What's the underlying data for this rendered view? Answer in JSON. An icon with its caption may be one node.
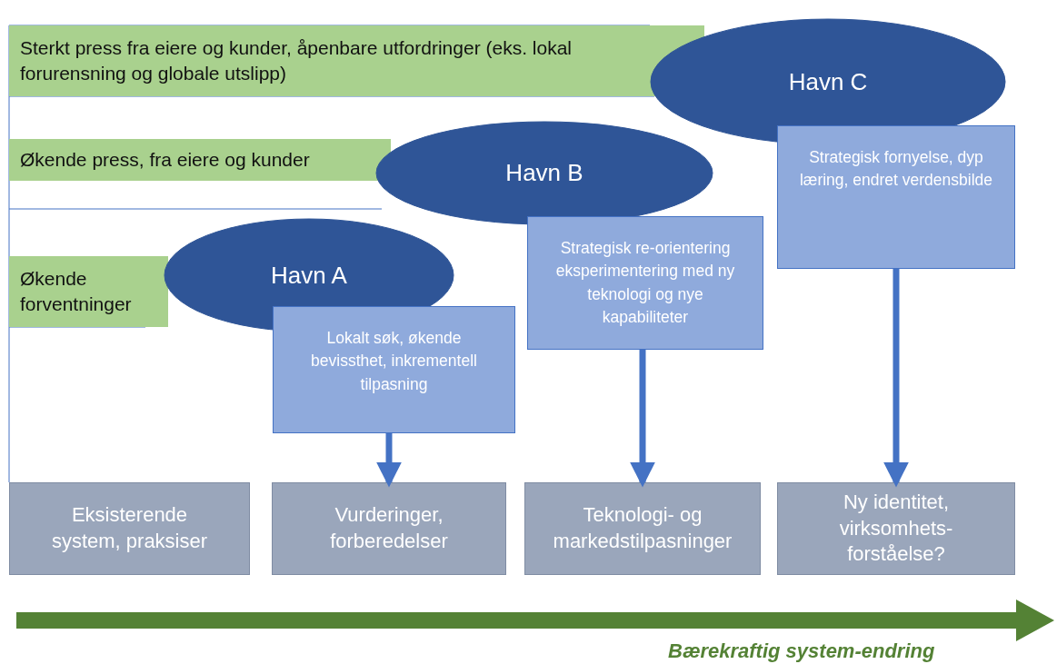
{
  "diagram": {
    "nodes": [
      {
        "text": [
          "Sterkt press fra eiere og kunder, åpenbare utfordringer (eks. lokal forurensning og globale utslipp)"
        ]
      },
      {
        "text": [
          "Havn C"
        ]
      },
      {
        "text": [
          "Økende press, fra eiere og kunder"
        ]
      },
      {
        "text": [
          "Havn B"
        ]
      },
      {
        "text": [
          "Økende forventninger"
        ]
      },
      {
        "text": [
          "Havn A"
        ]
      },
      {
        "text": [
          "Strategisk fornyelse, dyp læring, endret verdensbilde"
        ]
      },
      {
        "text": [
          "Strategisk re-orientering eksperimentering med ny teknologi og nye kapabiliteter"
        ]
      },
      {
        "text": [
          "Lokalt søk, økende bevissthet, inkrementell tilpasning"
        ]
      },
      {
        "text": [
          "Eksisterende system, praksiser"
        ]
      },
      {
        "text": [
          "Vurderinger, forberedelser"
        ]
      },
      {
        "text": [
          "Teknologi- og markedstilpasninger"
        ]
      },
      {
        "text": [
          "Ny identitet, virksomhets-forståelse?"
        ]
      }
    ],
    "edges": [
      {
        "from": 8,
        "to": 10,
        "arrow": "to"
      },
      {
        "from": 7,
        "to": 11,
        "arrow": "to"
      },
      {
        "from": 6,
        "to": 12,
        "arrow": "to"
      }
    ],
    "labels": [
      "Bærekraftig system-endring"
    ]
  }
}
